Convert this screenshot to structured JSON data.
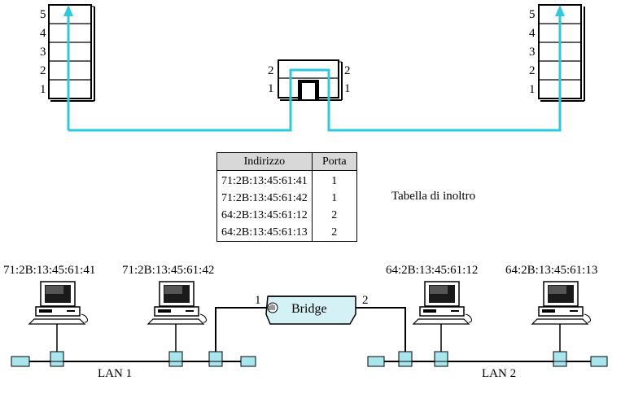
{
  "stack_layers": [
    "5",
    "4",
    "3",
    "2",
    "1"
  ],
  "bridge_layers": [
    "2",
    "1"
  ],
  "table": {
    "headers": [
      "Indirizzo",
      "Porta"
    ],
    "rows": [
      {
        "address": "71:2B:13:45:61:41",
        "port": "1"
      },
      {
        "address": "71:2B:13:45:61:42",
        "port": "1"
      },
      {
        "address": "64:2B:13:45:61:12",
        "port": "2"
      },
      {
        "address": "64:2B:13:45:61:13",
        "port": "2"
      }
    ],
    "caption": "Tabella di inoltro"
  },
  "hosts": [
    "71:2B:13:45:61:41",
    "71:2B:13:45:61:42",
    "64:2B:13:45:61:12",
    "64:2B:13:45:61:13"
  ],
  "bridge": {
    "label": "Bridge",
    "port_left": "1",
    "port_right": "2"
  },
  "lans": [
    "LAN 1",
    "LAN 2"
  ],
  "colors": {
    "path": "#2ec9dd",
    "device": "#a8e6ee",
    "bridge_fill": "#d4f1f5"
  }
}
